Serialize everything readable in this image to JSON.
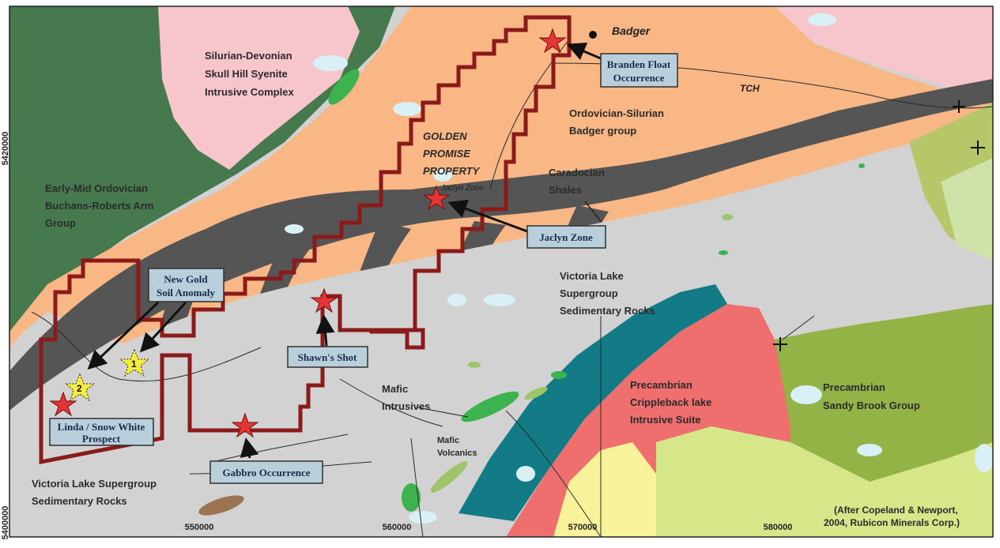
{
  "map": {
    "rock_units": {
      "silurian_devonian": [
        "Silurian-Devonian",
        "Skull Hill Syenite",
        "Intrusive Complex"
      ],
      "ordovician_silurian": [
        "Ordovician-Silurian",
        "Badger group"
      ],
      "early_mid_ordovician": [
        "Early-Mid Ordovician",
        "Buchans-Roberts Arm",
        "Group"
      ],
      "caradocian": [
        "Caradocian",
        "Shales"
      ],
      "victoria_lake_center": [
        "Victoria Lake",
        "Supergroup",
        "Sedimentary Rocks"
      ],
      "victoria_lake_sw": [
        "Victoria Lake Supergroup",
        "Sedimentary Rocks"
      ],
      "mafic_intrusives": [
        "Mafic",
        "Intrusives"
      ],
      "mafic_volcanics": [
        "Mafic",
        "Volcanics"
      ],
      "crippleback": [
        "Precambrian",
        "Crippleback lake",
        "Intrusive Suite"
      ],
      "sandy_brook": [
        "Precambrian",
        "Sandy Brook Group"
      ]
    },
    "property_label": [
      "GOLDEN",
      "PROMISE",
      "PROPERTY"
    ],
    "town": "Badger",
    "highway": "TCH",
    "small_zone_label": "Jaclyn Zone",
    "callouts": {
      "branden": [
        "Branden Float",
        "Occurrence"
      ],
      "jaclyn": [
        "Jaclyn Zone"
      ],
      "new_gold": [
        "New Gold",
        "Soil Anomaly"
      ],
      "shawns": [
        "Shawn's Shot"
      ],
      "linda": [
        "Linda / Snow White",
        "Prospect"
      ],
      "gabbro": [
        "Gabbro Occurrence"
      ]
    },
    "anomaly_numbers": [
      "1",
      "2"
    ],
    "northings": [
      "5420000",
      "5400000"
    ],
    "eastings": [
      "550000",
      "560000",
      "570000",
      "580000"
    ],
    "citation": [
      "(After Copeland & Newport,",
      "2004, Rubicon Minerals Corp.)"
    ],
    "citation_italic": "After",
    "colors": {
      "badger_orange": "#f8b785",
      "ordovician_green": "#467a4e",
      "syenite_pink": "#f7c6cc",
      "victoria_grey": "#d2d2d2",
      "shale_dark": "#555555",
      "crippleback_red": "#ef6e6e",
      "teal": "#137b86",
      "sandy_brook_green": "#94b347",
      "yellow_green": "#d6e789",
      "property_outline": "#8b1a1a",
      "star_red": "#e53434",
      "star_yellow": "#f6ee3a",
      "callout_fill": "#b9d0dc"
    }
  }
}
